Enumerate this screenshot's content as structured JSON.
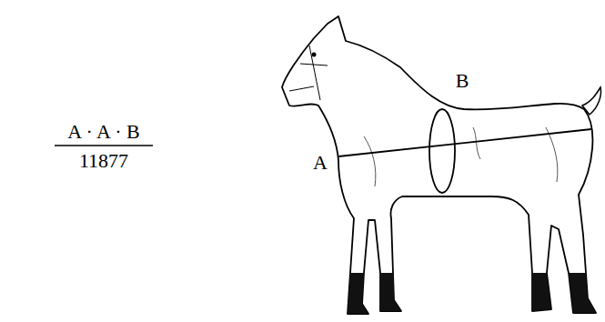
{
  "diagram": {
    "labels": [
      "A · A · B",
      "11877",
      "A",
      "B"
    ]
  }
}
